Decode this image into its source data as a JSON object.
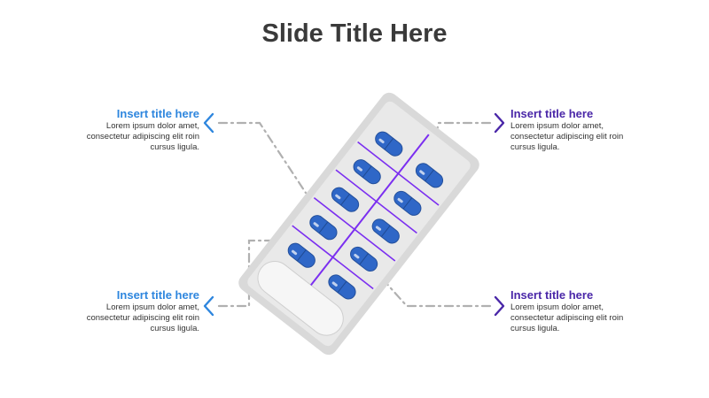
{
  "slide": {
    "title": "Slide Title Here"
  },
  "colors": {
    "blue": "#2e86de",
    "purple": "#4a27a8",
    "pill": "#2f67c7",
    "connector": "#b0b0b0",
    "blister_outer": "#d9d9d9",
    "blister_inner": "#e9e9e9",
    "divider": "#7b2ff0"
  },
  "items": [
    {
      "title": "Insert title here",
      "body_lines": [
        "Lorem ipsum dolor amet,",
        "consectetur adipiscing elit roin",
        "cursus ligula."
      ],
      "accent": "blue"
    },
    {
      "title": "Insert title here",
      "body_lines": [
        "Lorem ipsum dolor amet,",
        "consectetur adipiscing elit roin",
        "cursus ligula."
      ],
      "accent": "purple"
    },
    {
      "title": "Insert title here",
      "body_lines": [
        "Lorem ipsum dolor amet,",
        "consectetur adipiscing elit roin",
        "cursus ligula."
      ],
      "accent": "blue"
    },
    {
      "title": "Insert title here",
      "body_lines": [
        "Lorem ipsum dolor amet,",
        "consectetur adipiscing elit roin",
        "cursus ligula."
      ],
      "accent": "purple"
    }
  ],
  "icons": {
    "center": "pill-blister-pack-icon",
    "left_arrow": "chevron-left-icon",
    "right_arrow": "chevron-right-icon"
  }
}
